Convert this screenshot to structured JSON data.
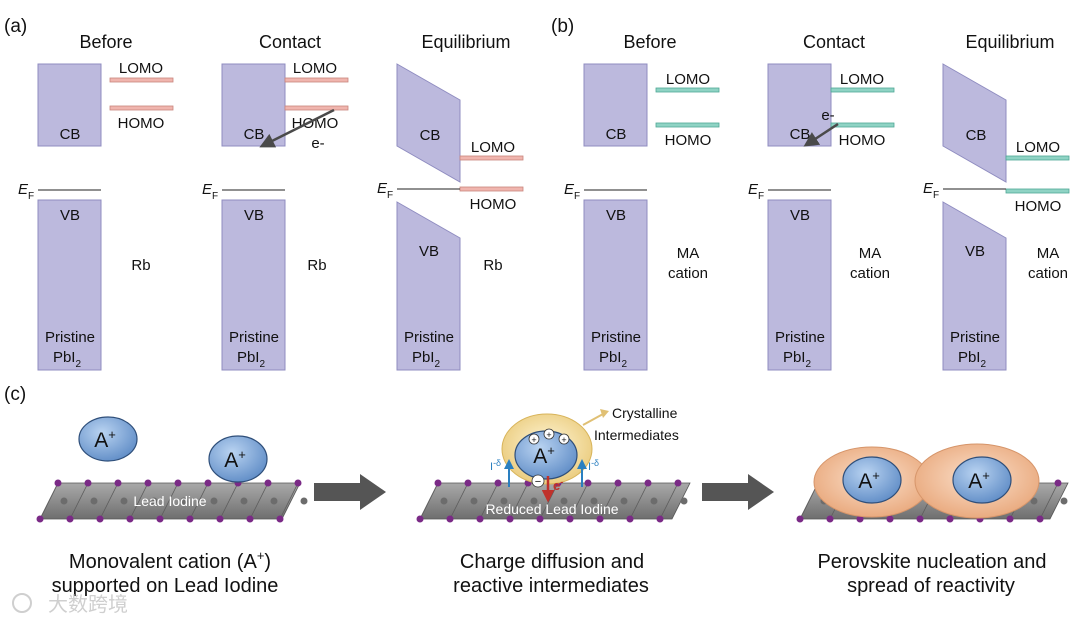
{
  "panels": {
    "a_label": "(a)",
    "b_label": "(b)",
    "c_label": "(c)"
  },
  "stages": {
    "before": "Before",
    "contact": "Contact",
    "equilibrium": "Equilibrium"
  },
  "bands": {
    "cb": "CB",
    "vb": "VB",
    "lomo": "LOMO",
    "homo": "HOMO",
    "electron": "e-",
    "fermi_main": "E",
    "fermi_sub": "F",
    "material_line1": "Pristine",
    "material_line2": "PbI",
    "material_sub": "2"
  },
  "species": {
    "a_side": "Rb",
    "b_side_line1": "MA",
    "b_side_line2": "cation"
  },
  "panel_c": {
    "cation": "A",
    "cation_sup": "+",
    "substrate_1": "Lead Iodine",
    "substrate_2": "Reduced Lead Iodine",
    "callout_line1": "Crystalline",
    "callout_line2": "Intermediates",
    "iodide": "I",
    "iodide_sup": "-δ",
    "electron": "e",
    "electron_sup": "-",
    "plus": "+",
    "minus": "−",
    "caption_1_line1": "Monovalent cation (A",
    "caption_1_sup": "+",
    "caption_1_close": ")",
    "caption_1_line2": "supported on Lead Iodine",
    "caption_2_line1": "Charge diffusion and",
    "caption_2_line2": "reactive intermediates",
    "caption_3_line1": "Perovskite nucleation and",
    "caption_3_line2": "spread of reactivity"
  },
  "watermark": "大数跨境",
  "colors": {
    "band_fill": "#bcb9dd",
    "band_stroke": "#8f8cc0",
    "level_rb": "#f0b5ae",
    "level_ma": "#8fd3c4",
    "cation_fill": "#7ea7d8",
    "cation_stroke": "#2f4f7a",
    "halo_yellow": "#f3dda0",
    "halo_orange": "#f1bf98",
    "lattice_gray": "#8a8a8a",
    "iodine_purple": "#7a2a86",
    "arrow_gray": "#4a4a4a",
    "blue_arrow": "#2a7fc0",
    "red_arrow": "#c0312b"
  }
}
